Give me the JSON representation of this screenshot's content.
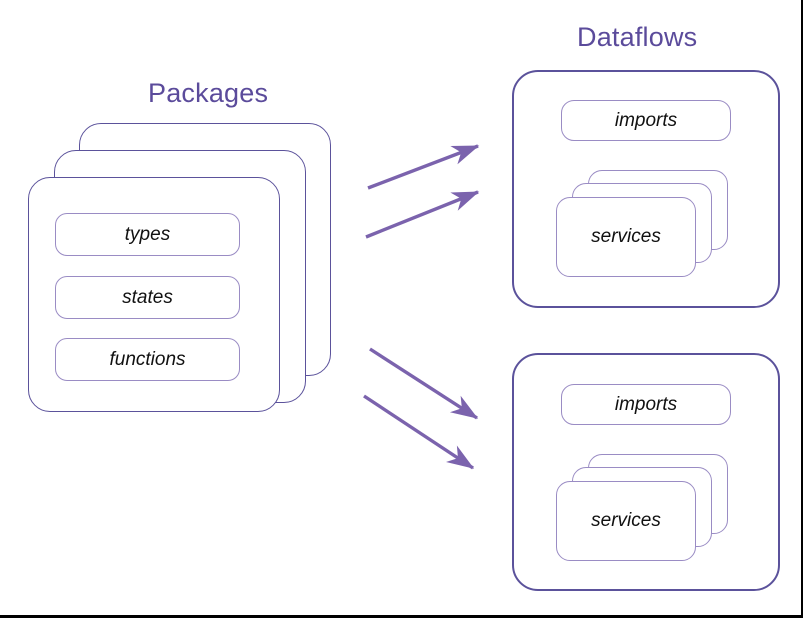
{
  "diagram": {
    "title_left": "Packages",
    "title_right": "Dataflows",
    "accent_color": "#5b4b9b",
    "outline_color": "#5b529b",
    "inner_outline_color": "#9a8cc4",
    "arrow_color": "#7b63ad",
    "background": "#ffffff"
  },
  "packages": {
    "label": "Packages",
    "stack_count": 3,
    "items": [
      {
        "label": "types"
      },
      {
        "label": "states"
      },
      {
        "label": "functions"
      }
    ]
  },
  "dataflows": {
    "label": "Dataflows",
    "count": 2,
    "boxes": [
      {
        "imports_label": "imports",
        "services_label": "services",
        "services_stack_count": 3
      },
      {
        "imports_label": "imports",
        "services_label": "services",
        "services_stack_count": 3
      }
    ]
  },
  "arrows": [
    {
      "name": "packages-to-dataflow-top-a",
      "direction": "up-right"
    },
    {
      "name": "packages-to-dataflow-top-b",
      "direction": "up-right"
    },
    {
      "name": "packages-to-dataflow-bottom-a",
      "direction": "down-right"
    },
    {
      "name": "packages-to-dataflow-bottom-b",
      "direction": "down-right"
    }
  ]
}
